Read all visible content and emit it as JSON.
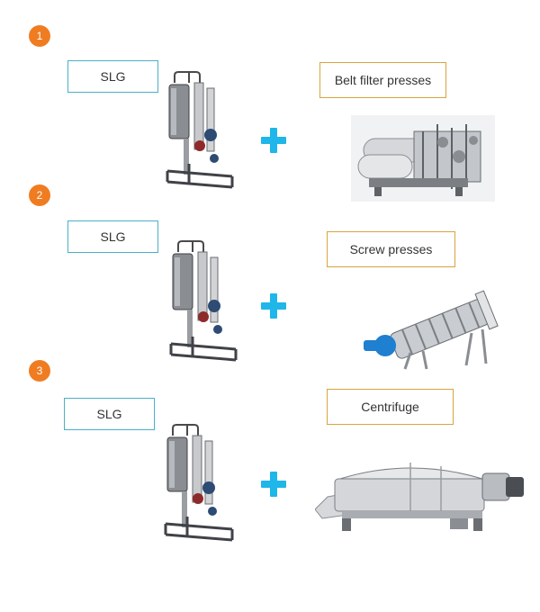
{
  "steps": [
    {
      "number": "1",
      "unit_label": "SLG",
      "partner_label": "Belt filter presses"
    },
    {
      "number": "2",
      "unit_label": "SLG",
      "partner_label": "Screw presses"
    },
    {
      "number": "3",
      "unit_label": "SLG",
      "partner_label": "Centrifuge"
    }
  ],
  "colors": {
    "badge": "#f07c22",
    "plus": "#1fb6e9",
    "unit_border": "#4bb0c9",
    "partner_border": "#d9a441"
  }
}
